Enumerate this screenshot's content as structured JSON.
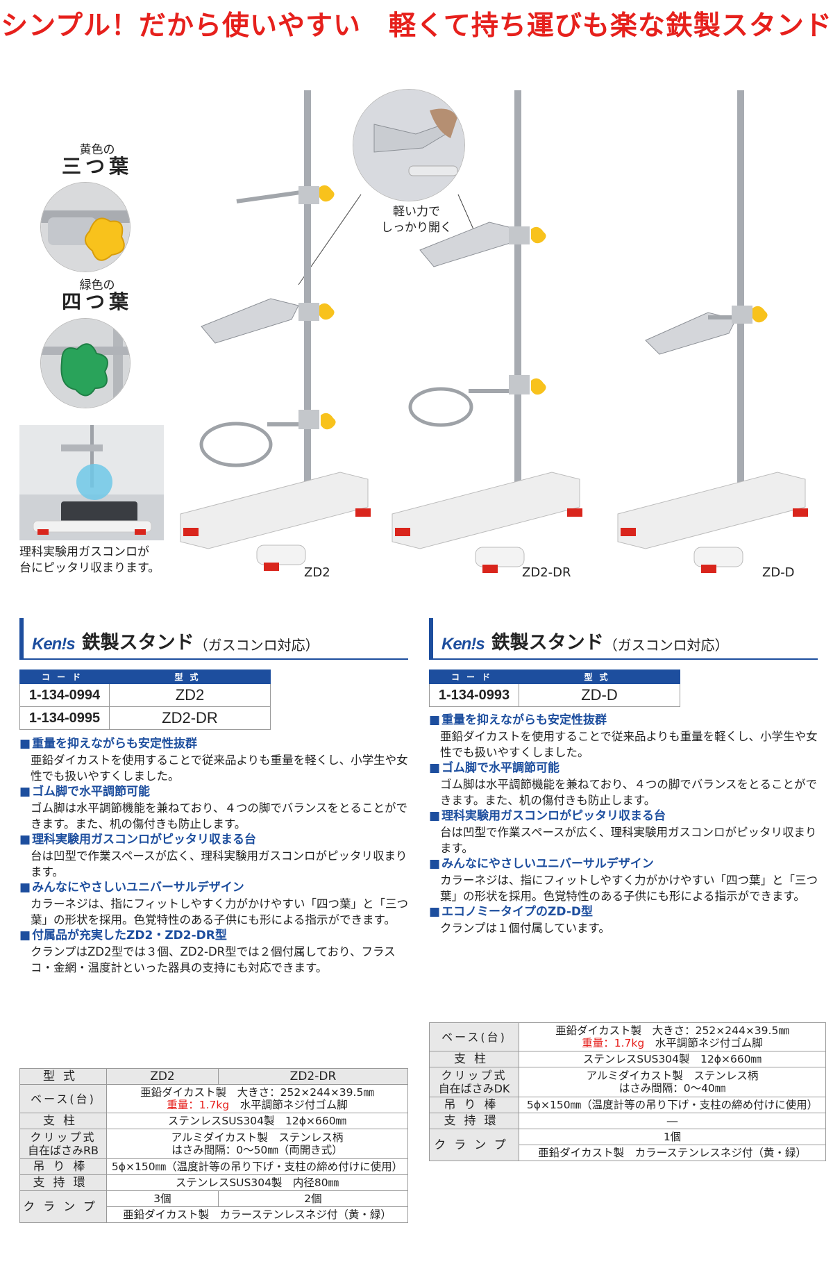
{
  "headline": "シンプル！だから使いやすい　軽くて持ち運びも楽な鉄製スタンド",
  "callouts": {
    "yellow_small": "黄色の",
    "yellow_big": "三つ葉",
    "green_small": "緑色の",
    "green_big": "四つ葉",
    "light_force_1": "軽い力で",
    "light_force_2": "しっかり開く",
    "gas_stove_1": "理科実験用ガスコンロが",
    "gas_stove_2": "台にピッタリ収まります。"
  },
  "models": {
    "zd2": "ZD2",
    "zd2dr": "ZD2-DR",
    "zdd": "ZD-D"
  },
  "left": {
    "brand": "Ken!s",
    "title": "鉄製スタンド",
    "subtitle": "（ガスコンロ対応）",
    "code_header": "コード",
    "model_header": "型式",
    "rows": [
      {
        "code": "1-134-0994",
        "model": "ZD2"
      },
      {
        "code": "1-134-0995",
        "model": "ZD2-DR"
      }
    ],
    "features": [
      {
        "title": "重量を抑えながらも安定性抜群",
        "body": "亜鉛ダイカストを使用することで従来品よりも重量を軽くし、小学生や女性でも扱いやすくしました。"
      },
      {
        "title": "ゴム脚で水平調節可能",
        "body": "ゴム脚は水平調節機能を兼ねており、４つの脚でバランスをとることができます。また、机の傷付きも防止します。"
      },
      {
        "title": "理科実験用ガスコンロがピッタリ収まる台",
        "body": "台は凹型で作業スペースが広く、理科実験用ガスコンロがピッタリ収まります。"
      },
      {
        "title": "みんなにやさしいユニバーサルデザイン",
        "body": "カラーネジは、指にフィットしやすく力がかけやすい「四つ葉」と「三つ葉」の形状を採用。色覚特性のある子供にも形による指示ができます。"
      },
      {
        "title": "付属品が充実したZD2・ZD2-DR型",
        "body": "クランプはZD2型では３個、ZD2-DR型では２個付属しており、フラスコ・金網・温度計といった器具の支持にも対応できます。"
      }
    ],
    "spec": {
      "h_label": "型式",
      "h_zd2": "ZD2",
      "h_zd2dr": "ZD2-DR",
      "base_label": "ベース(台)",
      "base_1": "亜鉛ダイカスト製　大きさ：252×244×39.5㎜",
      "base_weight": "重量：1.7kg",
      "base_2": "水平調節ネジ付ゴム脚",
      "pillar_label": "支柱",
      "pillar": "ステンレスSUS304製　12ϕ×660㎜",
      "clip_label_1": "クリップ式",
      "clip_label_2": "自在ばさみRB",
      "clip_1": "アルミダイカスト製　ステンレス柄",
      "clip_2": "はさみ間隔：0〜50㎜（両開き式）",
      "rod_label": "吊り棒",
      "rod": "5ϕ×150㎜（温度計等の吊り下げ・支柱の締め付けに使用）",
      "ring_label": "支持環",
      "ring": "ステンレスSUS304製　内径80㎜",
      "clamp_label": "クランプ",
      "clamp_zd2": "3個",
      "clamp_zd2dr": "2個",
      "clamp_desc": "亜鉛ダイカスト製　カラーステンレスネジ付（黄・緑）"
    }
  },
  "right": {
    "brand": "Ken!s",
    "title": "鉄製スタンド",
    "subtitle": "（ガスコンロ対応）",
    "code_header": "コード",
    "model_header": "型式",
    "rows": [
      {
        "code": "1-134-0993",
        "model": "ZD-D"
      }
    ],
    "features": [
      {
        "title": "重量を抑えながらも安定性抜群",
        "body": "亜鉛ダイカストを使用することで従来品よりも重量を軽くし、小学生や女性でも扱いやすくしました。"
      },
      {
        "title": "ゴム脚で水平調節可能",
        "body": "ゴム脚は水平調節機能を兼ねており、４つの脚でバランスをとることができます。また、机の傷付きも防止します。"
      },
      {
        "title": "理科実験用ガスコンロがピッタリ収まる台",
        "body": "台は凹型で作業スペースが広く、理科実験用ガスコンロがピッタリ収まります。"
      },
      {
        "title": "みんなにやさしいユニバーサルデザイン",
        "body": "カラーネジは、指にフィットしやすく力がかけやすい「四つ葉」と「三つ葉」の形状を採用。色覚特性のある子供にも形による指示ができます。"
      },
      {
        "title": "エコノミータイプのZD-D型",
        "body": "クランプは１個付属しています。"
      }
    ],
    "spec": {
      "base_label": "ベース(台)",
      "base_1": "亜鉛ダイカスト製　大きさ：252×244×39.5㎜",
      "base_weight": "重量：1.7kg",
      "base_2": "水平調節ネジ付ゴム脚",
      "pillar_label": "支柱",
      "pillar": "ステンレスSUS304製　12ϕ×660㎜",
      "clip_label_1": "クリップ式",
      "clip_label_2": "自在ばさみDK",
      "clip_1": "アルミダイカスト製　ステンレス柄",
      "clip_2": "はさみ間隔：0〜40㎜",
      "rod_label": "吊り棒",
      "rod": "5ϕ×150㎜（温度計等の吊り下げ・支柱の締め付けに使用）",
      "ring_label": "支持環",
      "ring": "―",
      "clamp_label": "クランプ",
      "clamp_count": "1個",
      "clamp_desc": "亜鉛ダイカスト製　カラーステンレスネジ付（黄・緑）"
    }
  }
}
